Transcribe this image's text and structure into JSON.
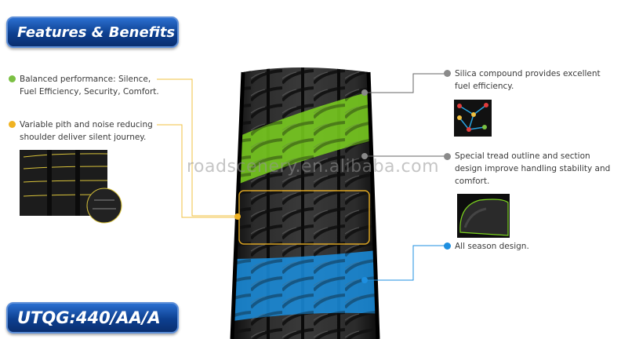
{
  "header": {
    "title": "Features & Benefits"
  },
  "footer": {
    "badge": "UTQG:440/AA/A"
  },
  "features_left": [
    {
      "text_line1": "Balanced performance: Silence,",
      "text_line2": "Fuel Efficiency, Security, Comfort.",
      "dot_color": "#7bc043"
    },
    {
      "text_line1": "Variable pith and noise reducing",
      "text_line2": "shoulder deliver silent journey.",
      "dot_color": "#f0b323"
    }
  ],
  "features_right": [
    {
      "text_line1": "Silica compound provides excellent",
      "text_line2": "fuel efficiency.",
      "dot_color": "#8a8a8a"
    },
    {
      "text_line1": "Special tread outline and section",
      "text_line2": "design improve handling stability and",
      "text_line3": "comfort.",
      "dot_color": "#8a8a8a"
    },
    {
      "text_line1": "All season design.",
      "dot_color": "#1e8fe0"
    }
  ],
  "watermark": "roadscenery.en.alibaba.com",
  "colors": {
    "badge_blue": "#0d3f8f",
    "green_zone": "#7bd21f",
    "blue_zone": "#1a8fe0",
    "yellow_line": "#f0b323"
  }
}
